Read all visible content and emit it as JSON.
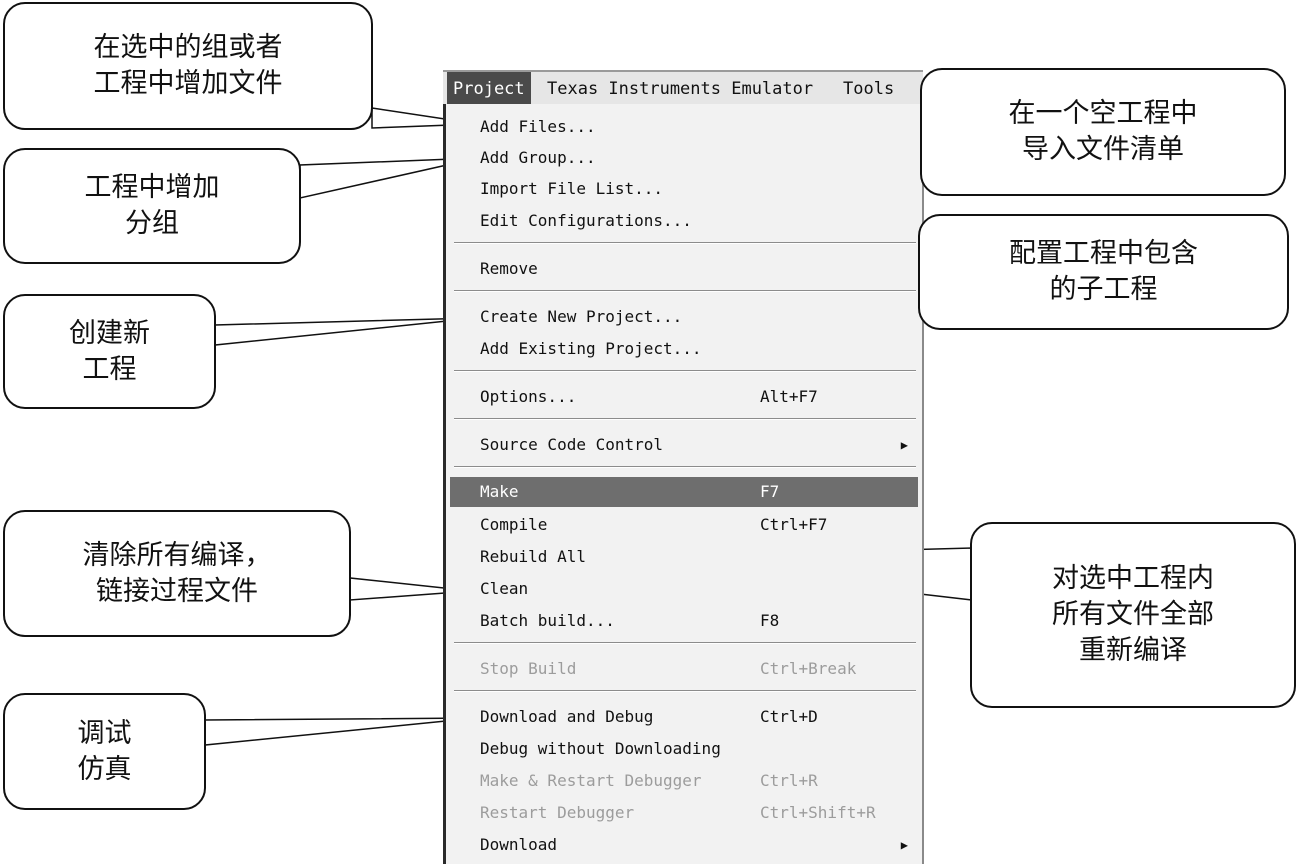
{
  "menubar": {
    "items": [
      "Project",
      "Texas Instruments Emulator",
      "Tools"
    ]
  },
  "menu": {
    "items": [
      {
        "label": "Add Files...",
        "shortcut": "",
        "state": "normal"
      },
      {
        "label": "Add Group...",
        "shortcut": "",
        "state": "normal"
      },
      {
        "label": "Import File List...",
        "shortcut": "",
        "state": "normal"
      },
      {
        "label": "Edit Configurations...",
        "shortcut": "",
        "state": "normal"
      },
      {
        "label": "Remove",
        "shortcut": "",
        "state": "normal"
      },
      {
        "label": "Create New Project...",
        "shortcut": "",
        "state": "normal"
      },
      {
        "label": "Add Existing Project...",
        "shortcut": "",
        "state": "normal"
      },
      {
        "label": "Options...",
        "shortcut": "Alt+F7",
        "state": "normal"
      },
      {
        "label": "Source Code Control",
        "shortcut": "",
        "state": "submenu"
      },
      {
        "label": "Make",
        "shortcut": "F7",
        "state": "highlighted"
      },
      {
        "label": "Compile",
        "shortcut": "Ctrl+F7",
        "state": "normal"
      },
      {
        "label": "Rebuild All",
        "shortcut": "",
        "state": "normal"
      },
      {
        "label": "Clean",
        "shortcut": "",
        "state": "normal"
      },
      {
        "label": "Batch build...",
        "shortcut": "F8",
        "state": "normal"
      },
      {
        "label": "Stop Build",
        "shortcut": "Ctrl+Break",
        "state": "disabled"
      },
      {
        "label": "Download and Debug",
        "shortcut": "Ctrl+D",
        "state": "normal"
      },
      {
        "label": "Debug without Downloading",
        "shortcut": "",
        "state": "normal"
      },
      {
        "label": "Make & Restart Debugger",
        "shortcut": "Ctrl+R",
        "state": "disabled"
      },
      {
        "label": "Restart Debugger",
        "shortcut": "Ctrl+Shift+R",
        "state": "disabled"
      },
      {
        "label": "Download",
        "shortcut": "",
        "state": "submenu"
      }
    ],
    "submenu_arrow": "▶"
  },
  "callouts": {
    "add_files": "在选中的组或者\n工程中增加文件",
    "add_group": "工程中增加\n分组",
    "create_project": "创建新\n工程",
    "clean": "清除所有编译，\n链接过程文件",
    "debug": "调试\n仿真",
    "import_list": "在一个空工程中\n导入文件清单",
    "edit_config": "配置工程中包含\n的子工程",
    "rebuild": "对选中工程内\n所有文件全部\n重新编译"
  }
}
